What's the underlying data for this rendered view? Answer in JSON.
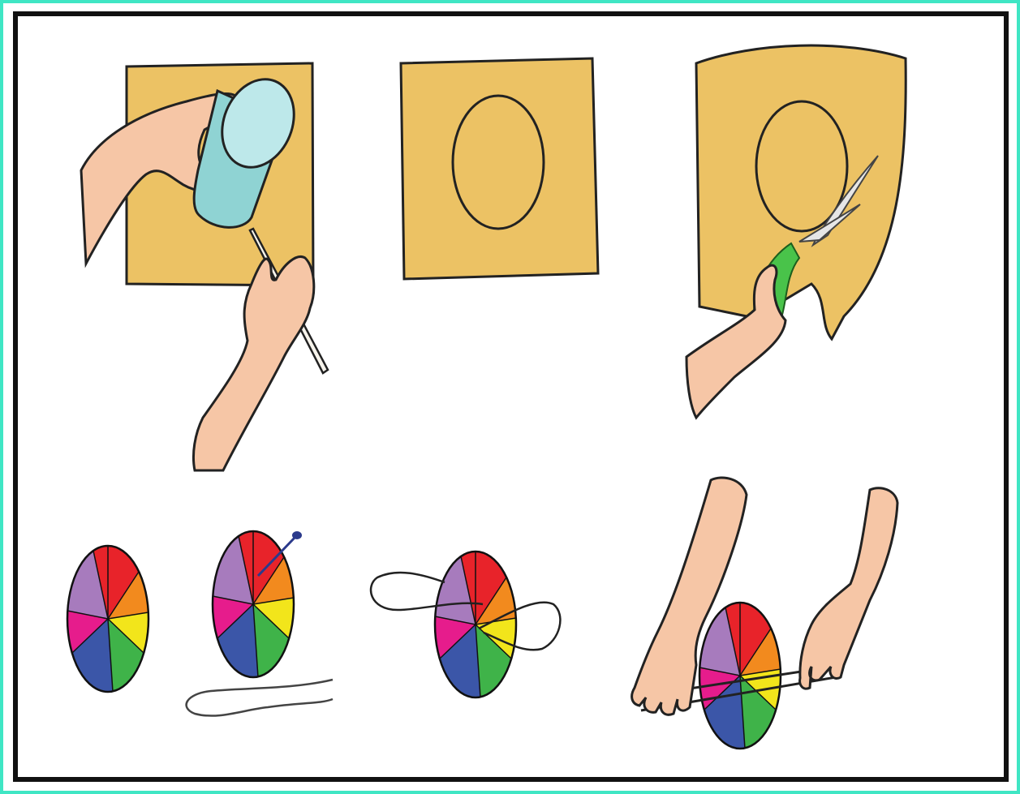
{
  "colors": {
    "frame_outer": "#3fe6c4",
    "frame_inner": "#111111",
    "paper": "#ecc264",
    "skin": "#f6c6a6",
    "cup": "#8fd3d3",
    "cup_top": "#bde8ea",
    "scissors_handle": "#49c34a",
    "wheel_red": "#e8232a",
    "wheel_orange": "#f28a1e",
    "wheel_yellow": "#f2e51b",
    "wheel_green": "#3fb349",
    "wheel_blue": "#3b56a8",
    "wheel_magenta": "#e61c8c",
    "wheel_purple": "#a77bbd",
    "pin_head": "#2b3a8c"
  },
  "steps": [
    "trace-circle-around-cup",
    "paper-with-circle",
    "cut-out-circle",
    "color-wheel",
    "wheel-with-pin-and-string",
    "string-threaded-through-wheel",
    "spin-wheel-with-string"
  ]
}
